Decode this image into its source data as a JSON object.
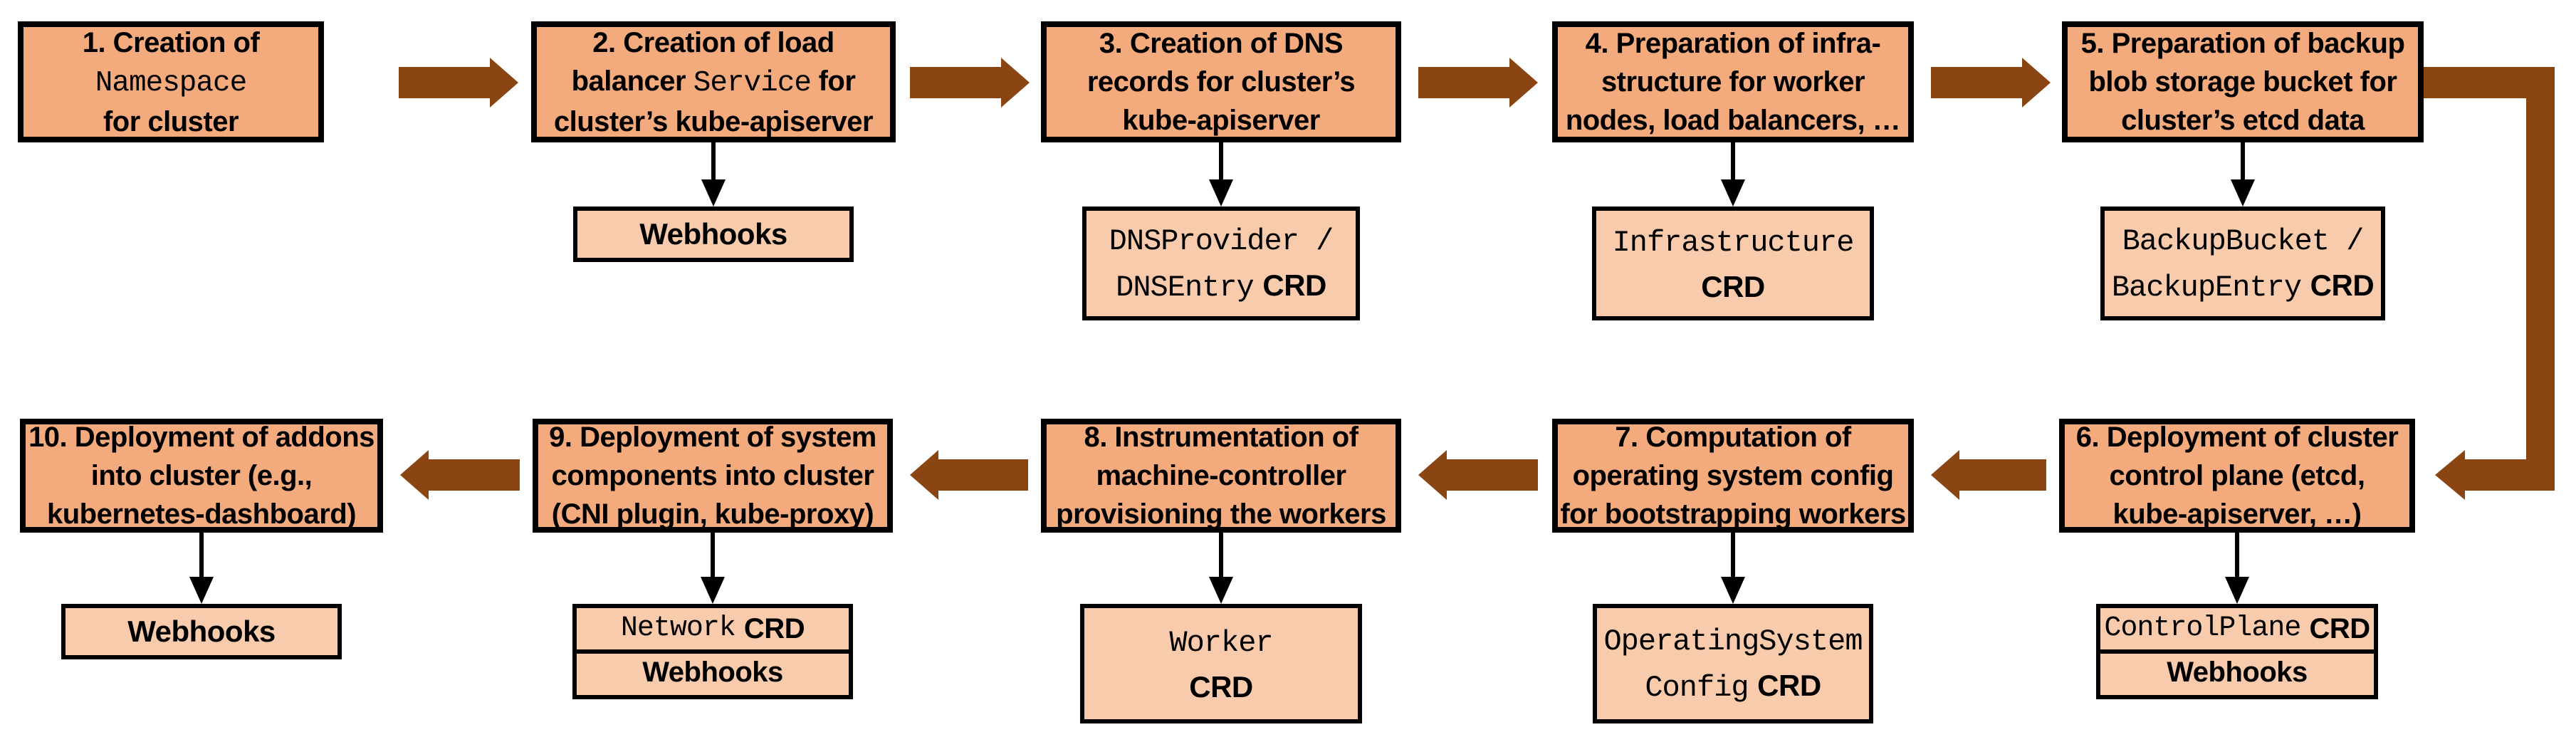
{
  "colors": {
    "step_box_fill": "#F3AA7D",
    "sub_box_fill": "#F8CBAD",
    "flow_arrow": "#8B4513",
    "outline": "#000000"
  },
  "steps": [
    {
      "name": "step-1",
      "lines": [
        [
          {
            "t": "1. Creation of"
          }
        ],
        [
          {
            "t": "Namespace",
            "mono": true
          }
        ],
        [
          {
            "t": "for cluster"
          }
        ]
      ],
      "sub": []
    },
    {
      "name": "step-2",
      "lines": [
        [
          {
            "t": "2. Creation of load"
          }
        ],
        [
          {
            "t": "balancer "
          },
          {
            "t": "Service",
            "mono": true
          },
          {
            "t": " for"
          }
        ],
        [
          {
            "t": "cluster’s kube-apiserver"
          }
        ]
      ],
      "sub": [
        {
          "lines": [
            [
              {
                "t": "Webhooks",
                "bold": true
              }
            ]
          ]
        }
      ]
    },
    {
      "name": "step-3",
      "lines": [
        [
          {
            "t": "3. Creation of DNS"
          }
        ],
        [
          {
            "t": "records for cluster’s"
          }
        ],
        [
          {
            "t": "kube-apiserver"
          }
        ]
      ],
      "sub": [
        {
          "lines": [
            [
              {
                "t": "DNSProvider /",
                "mono": true
              }
            ],
            [
              {
                "t": "DNSEntry",
                "mono": true
              },
              {
                "t": "CRD",
                "bold": true
              }
            ]
          ]
        }
      ]
    },
    {
      "name": "step-4",
      "lines": [
        [
          {
            "t": "4. Preparation of infra-"
          }
        ],
        [
          {
            "t": "structure for worker"
          }
        ],
        [
          {
            "t": "nodes, load balancers, …"
          }
        ]
      ],
      "sub": [
        {
          "lines": [
            [
              {
                "t": "Infrastructure",
                "mono": true
              }
            ],
            [
              {
                "t": "CRD",
                "bold": true
              }
            ]
          ]
        }
      ]
    },
    {
      "name": "step-5",
      "lines": [
        [
          {
            "t": "5. Preparation of backup"
          }
        ],
        [
          {
            "t": "blob storage bucket for"
          }
        ],
        [
          {
            "t": "cluster’s etcd data"
          }
        ]
      ],
      "sub": [
        {
          "lines": [
            [
              {
                "t": "BackupBucket /",
                "mono": true
              }
            ],
            [
              {
                "t": "BackupEntry",
                "mono": true
              },
              {
                "t": "CRD",
                "bold": true
              }
            ]
          ]
        }
      ]
    },
    {
      "name": "step-6",
      "lines": [
        [
          {
            "t": "6. Deployment of cluster"
          }
        ],
        [
          {
            "t": "control plane (etcd,"
          }
        ],
        [
          {
            "t": "kube-apiserver, …)"
          }
        ]
      ],
      "sub": [
        {
          "lines": [
            [
              {
                "t": "ControlPlane",
                "mono": true
              },
              {
                "t": "CRD",
                "bold": true
              }
            ]
          ]
        },
        {
          "lines": [
            [
              {
                "t": "Webhooks",
                "bold": true
              }
            ]
          ]
        }
      ]
    },
    {
      "name": "step-7",
      "lines": [
        [
          {
            "t": "7. Computation of"
          }
        ],
        [
          {
            "t": "operating system config"
          }
        ],
        [
          {
            "t": "for bootstrapping workers"
          }
        ]
      ],
      "sub": [
        {
          "lines": [
            [
              {
                "t": "OperatingSystem",
                "mono": true
              }
            ],
            [
              {
                "t": "Config",
                "mono": true
              },
              {
                "t": "CRD",
                "bold": true
              }
            ]
          ]
        }
      ]
    },
    {
      "name": "step-8",
      "lines": [
        [
          {
            "t": "8. Instrumentation of"
          }
        ],
        [
          {
            "t": "machine-controller"
          }
        ],
        [
          {
            "t": "provisioning the workers"
          }
        ]
      ],
      "sub": [
        {
          "lines": [
            [
              {
                "t": "Worker",
                "mono": true
              }
            ],
            [
              {
                "t": "CRD",
                "bold": true
              }
            ]
          ]
        }
      ]
    },
    {
      "name": "step-9",
      "lines": [
        [
          {
            "t": "9. Deployment of system"
          }
        ],
        [
          {
            "t": "components into cluster"
          }
        ],
        [
          {
            "t": "(CNI plugin, kube-proxy)"
          }
        ]
      ],
      "sub": [
        {
          "lines": [
            [
              {
                "t": "Network",
                "mono": true
              },
              {
                "t": "CRD",
                "bold": true
              }
            ]
          ]
        },
        {
          "lines": [
            [
              {
                "t": "Webhooks",
                "bold": true
              }
            ]
          ]
        }
      ]
    },
    {
      "name": "step-10",
      "lines": [
        [
          {
            "t": "10. Deployment of addons"
          }
        ],
        [
          {
            "t": "into cluster (e.g.,"
          }
        ],
        [
          {
            "t": "kubernetes-dashboard)"
          }
        ]
      ],
      "sub": [
        {
          "lines": [
            [
              {
                "t": "Webhooks",
                "bold": true
              }
            ]
          ]
        }
      ]
    }
  ]
}
